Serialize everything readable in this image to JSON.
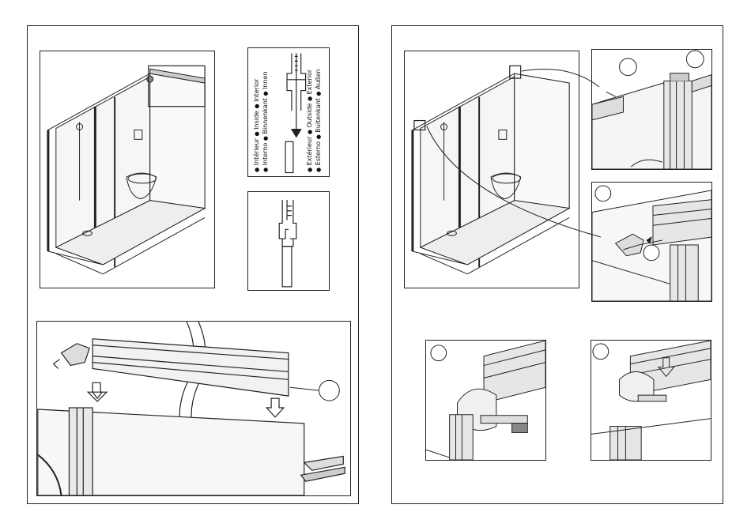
{
  "document": {
    "left_page": "left-instruction-page",
    "right_page": "right-instruction-page"
  },
  "legend": {
    "col1": [
      {
        "text": "Intérieur"
      },
      {
        "text": "Inside"
      },
      {
        "text": "Interior"
      }
    ],
    "col2": [
      {
        "text": "Interno"
      },
      {
        "text": "Binnenkant"
      },
      {
        "text": "Innen"
      }
    ],
    "col3": [
      {
        "text": "Extérieur"
      },
      {
        "text": "Outside"
      },
      {
        "text": "Exterior"
      }
    ],
    "col4": [
      {
        "text": "Esterno"
      },
      {
        "text": "Buitenkant"
      },
      {
        "text": "Außen"
      }
    ]
  },
  "colors": {
    "line": "#222222",
    "background": "#ffffff"
  },
  "icons": {
    "arrow": "down-arrow-icon",
    "callout": "callout-circle-icon"
  }
}
